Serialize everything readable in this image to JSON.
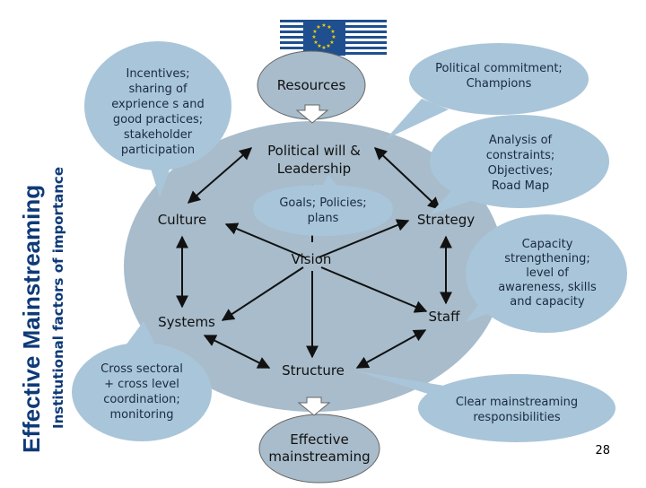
{
  "title_main": "Effective Mainstreaming",
  "title_sub": "Institutional factors of importance",
  "nodes": {
    "resources": "Resources",
    "political_will_1": "Political will  &",
    "political_will_2": "Leadership",
    "culture": "Culture",
    "goals_1": "Goals; Policies;",
    "goals_2": "plans",
    "strategy": "Strategy",
    "vision": "Vision",
    "systems": "Systems",
    "staff": "Staff",
    "structure": "Structure",
    "effective_1": "Effective",
    "effective_2": "mainstreaming"
  },
  "callouts": {
    "incentives": [
      "Incentives;",
      "sharing of",
      "exprience s and",
      "good practices;",
      "stakeholder",
      "participation"
    ],
    "political_commitment": [
      "Political commitment;",
      "Champions"
    ],
    "analysis": [
      "Analysis of",
      "constraints;",
      "Objectives;",
      "Road Map"
    ],
    "capacity": [
      "Capacity",
      "strengthening;",
      "level of",
      "awareness, skills",
      "and capacity"
    ],
    "cross_sectoral": [
      "Cross sectoral",
      "+ cross level",
      "coordination;",
      "monitoring"
    ],
    "clear_responsibilities": [
      "Clear mainstreaming",
      "responsibilities"
    ]
  },
  "page_number": "28",
  "colors": {
    "ring": "#a8bccb",
    "callout": "#a9c5d9",
    "box": "#a8bccb",
    "arrow": "#111111",
    "title": "#0e3a78"
  }
}
